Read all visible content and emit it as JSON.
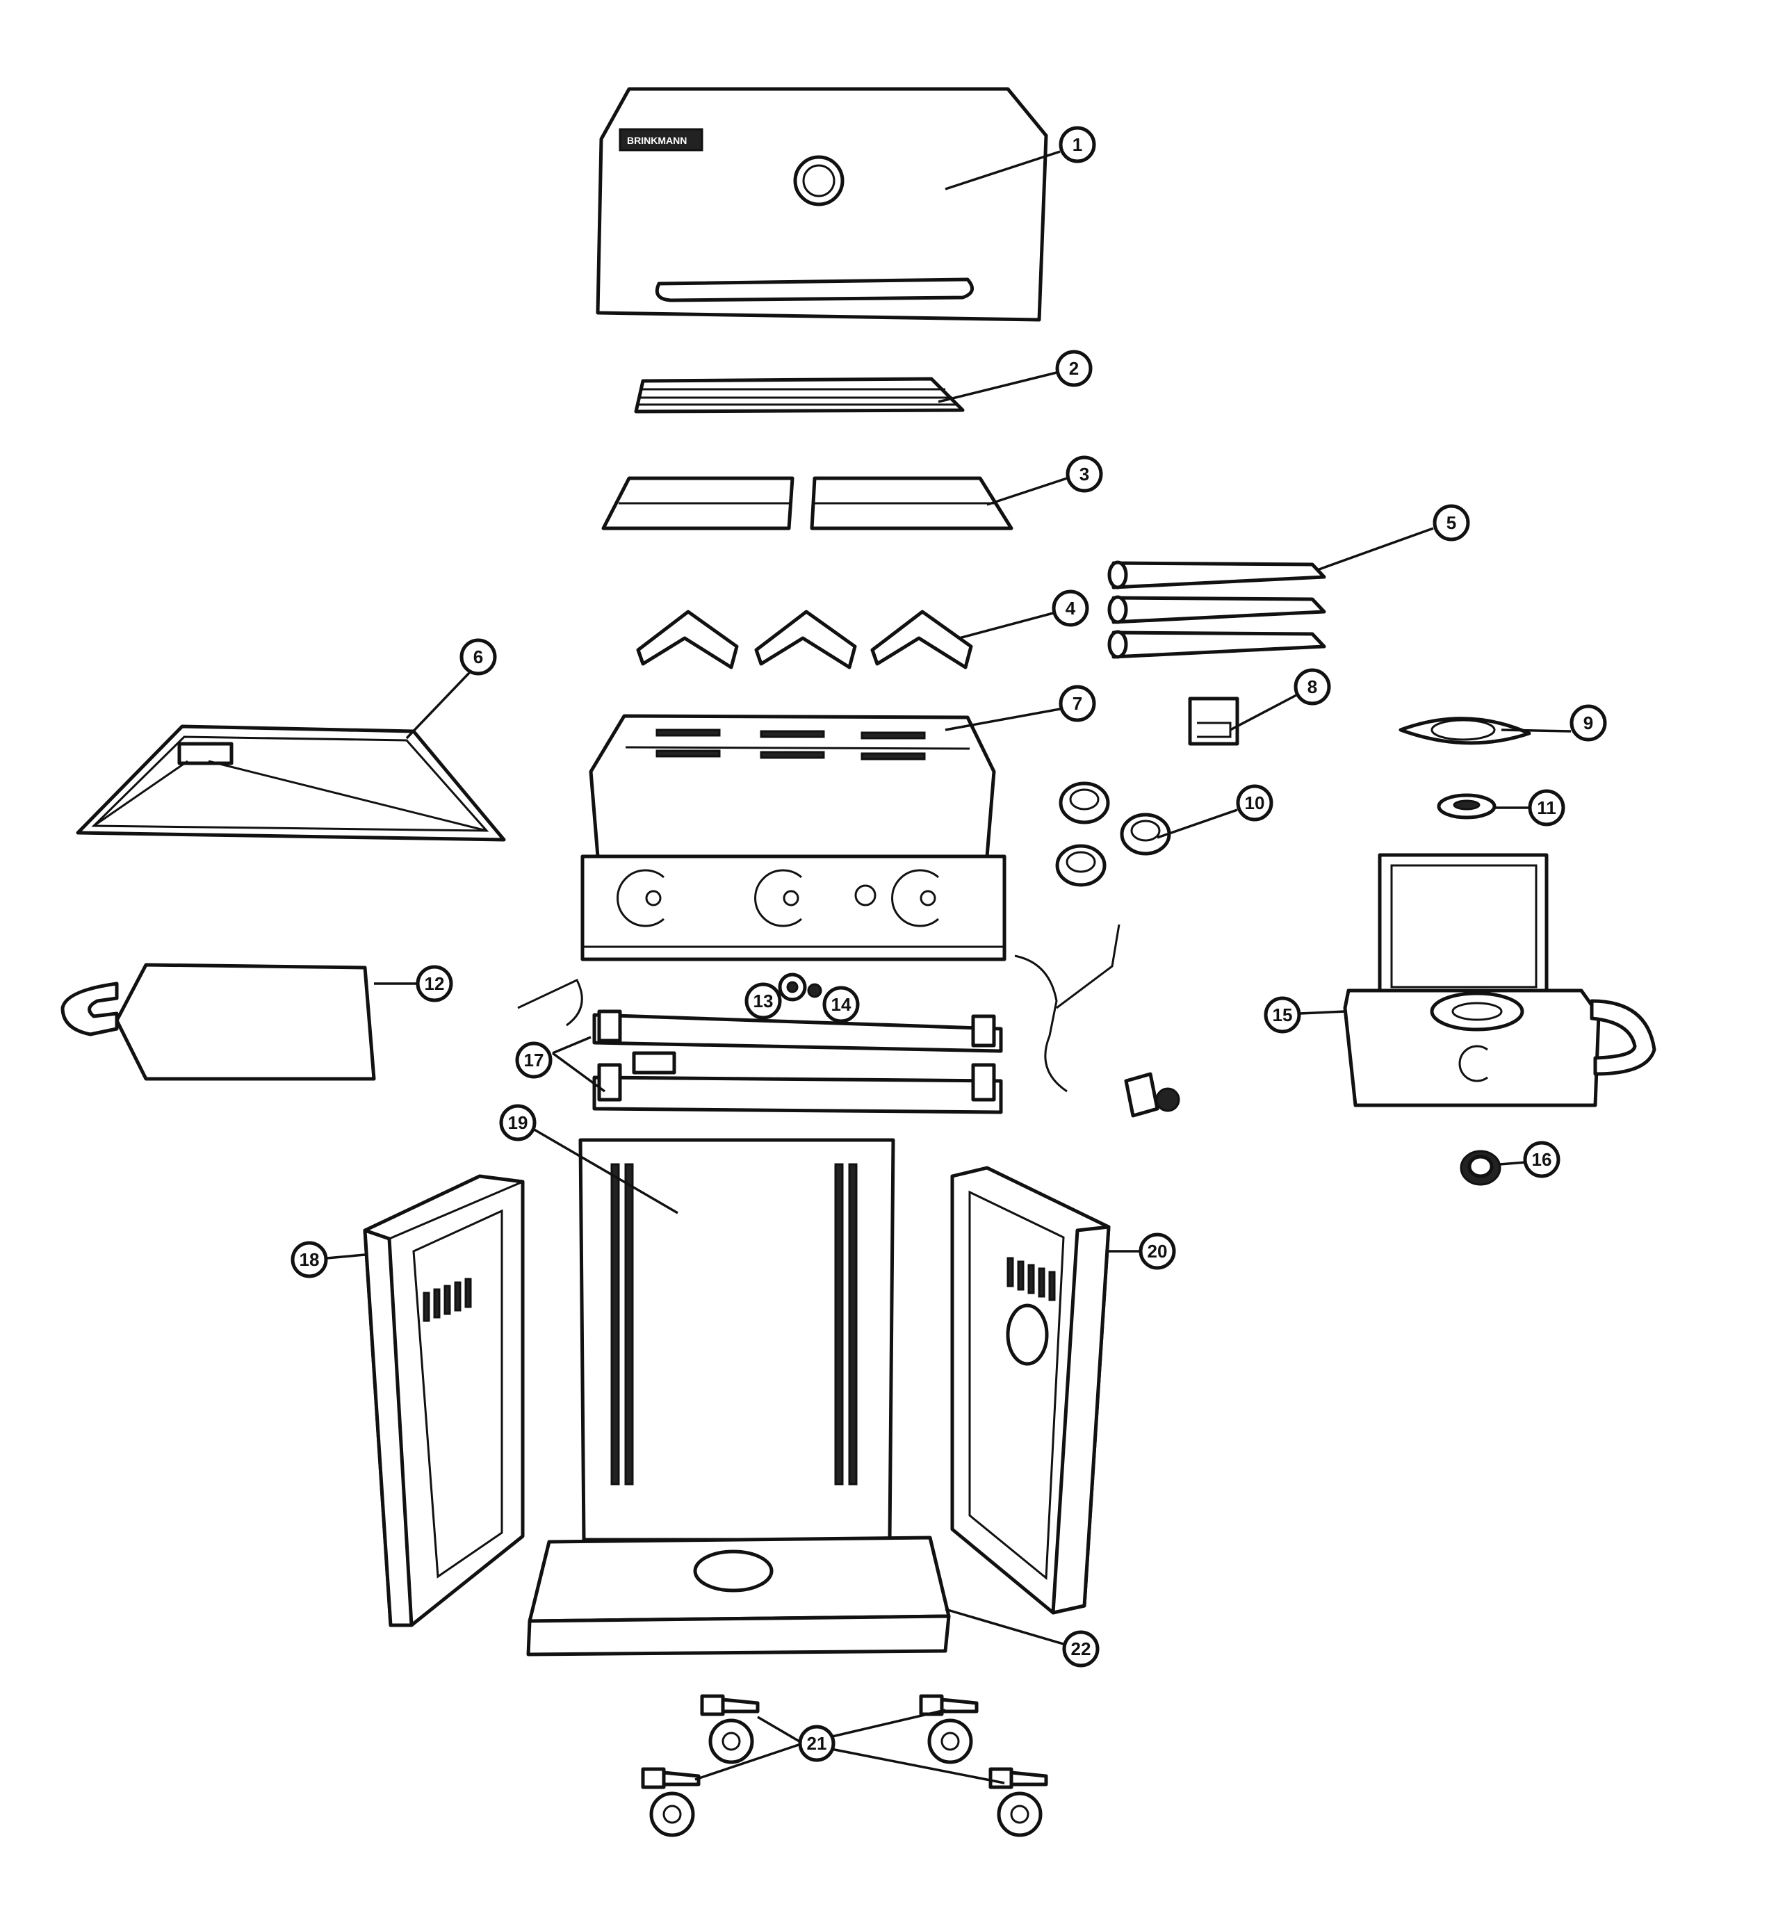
{
  "diagram": {
    "brand_logo": "BRINKMANN",
    "parts": [
      {
        "number": "1",
        "icon": "grill-lid-icon"
      },
      {
        "number": "2",
        "icon": "warming-rack-icon"
      },
      {
        "number": "3",
        "icon": "cooking-grates-icon"
      },
      {
        "number": "4",
        "icon": "heat-tents-icon"
      },
      {
        "number": "5",
        "icon": "burners-icon"
      },
      {
        "number": "6",
        "icon": "grease-tray-icon"
      },
      {
        "number": "7",
        "icon": "firebox-icon"
      },
      {
        "number": "8",
        "icon": "grease-cup-icon"
      },
      {
        "number": "9",
        "icon": "side-burner-grate-icon"
      },
      {
        "number": "10",
        "icon": "control-knobs-icon"
      },
      {
        "number": "11",
        "icon": "side-burner-icon"
      },
      {
        "number": "12",
        "icon": "left-side-shelf-icon"
      },
      {
        "number": "13",
        "icon": "igniter-button-icon"
      },
      {
        "number": "14",
        "icon": "igniter-nut-icon"
      },
      {
        "number": "15",
        "icon": "side-burner-shelf-icon"
      },
      {
        "number": "16",
        "icon": "side-burner-knob-icon"
      },
      {
        "number": "17",
        "icon": "cart-supports-icon"
      },
      {
        "number": "18",
        "icon": "left-cart-panel-icon"
      },
      {
        "number": "19",
        "icon": "back-panel-icon"
      },
      {
        "number": "20",
        "icon": "right-cart-panel-icon"
      },
      {
        "number": "21",
        "icon": "casters-icon"
      },
      {
        "number": "22",
        "icon": "bottom-shelf-icon"
      }
    ]
  }
}
